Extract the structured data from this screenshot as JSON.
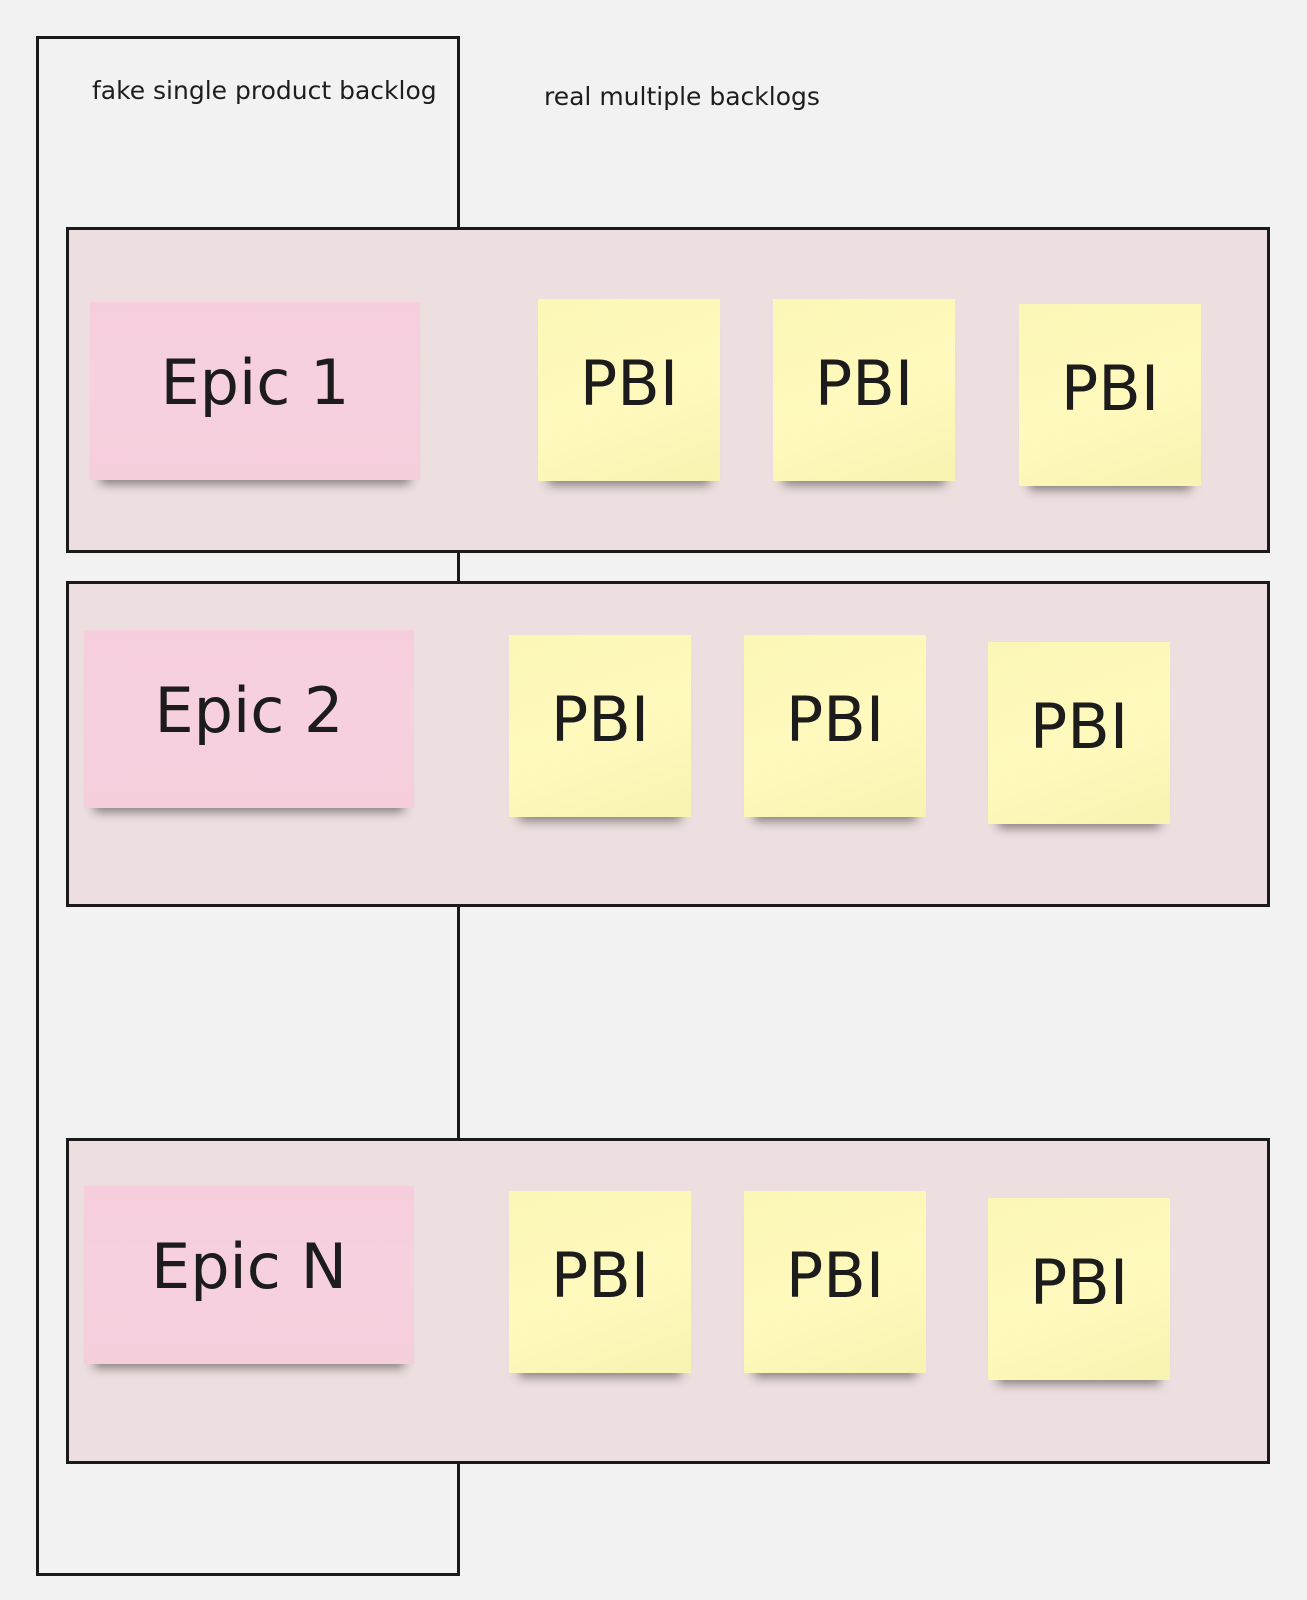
{
  "captions": {
    "left": "fake single product backlog",
    "right": "real multiple backlogs"
  },
  "lanes": [
    {
      "epic": "Epic 1",
      "pbis": [
        "PBI",
        "PBI",
        "PBI"
      ]
    },
    {
      "epic": "Epic 2",
      "pbis": [
        "PBI",
        "PBI",
        "PBI"
      ]
    },
    {
      "epic": "Epic N",
      "pbis": [
        "PBI",
        "PBI",
        "PBI"
      ]
    }
  ],
  "colors": {
    "background": "#f2f2f2",
    "lane_fill": "#eddfe0",
    "epic_note": "#f7d0df",
    "pbi_note": "#fff9bd",
    "frame_stroke": "#1a1a1a"
  }
}
